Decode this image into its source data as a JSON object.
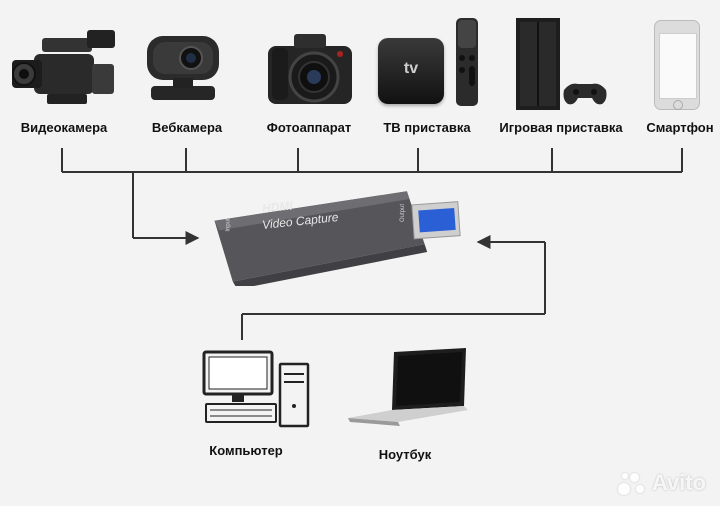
{
  "devices": {
    "camcorder": {
      "label": "Видеокамера"
    },
    "webcam": {
      "label": "Вебкамера"
    },
    "photo_camera": {
      "label": "Фотоаппарат"
    },
    "tv_box": {
      "label": "ТВ приставка",
      "logo_text": "tv"
    },
    "game_console": {
      "label": "Игровая приставка"
    },
    "smartphone": {
      "label": "Смартфон"
    }
  },
  "adapter": {
    "brand": "HDMI",
    "title": "Video Capture",
    "input_label": "Input",
    "output_label": "Output"
  },
  "computers": {
    "desktop": {
      "label": "Компьютер"
    },
    "laptop": {
      "label": "Ноутбук"
    }
  },
  "watermark": {
    "text": "Avito"
  },
  "colors": {
    "line": "#333333",
    "background": "#f3f3f3",
    "adapter": "#5a5a5e",
    "usb_blue": "#2a5fd6"
  }
}
